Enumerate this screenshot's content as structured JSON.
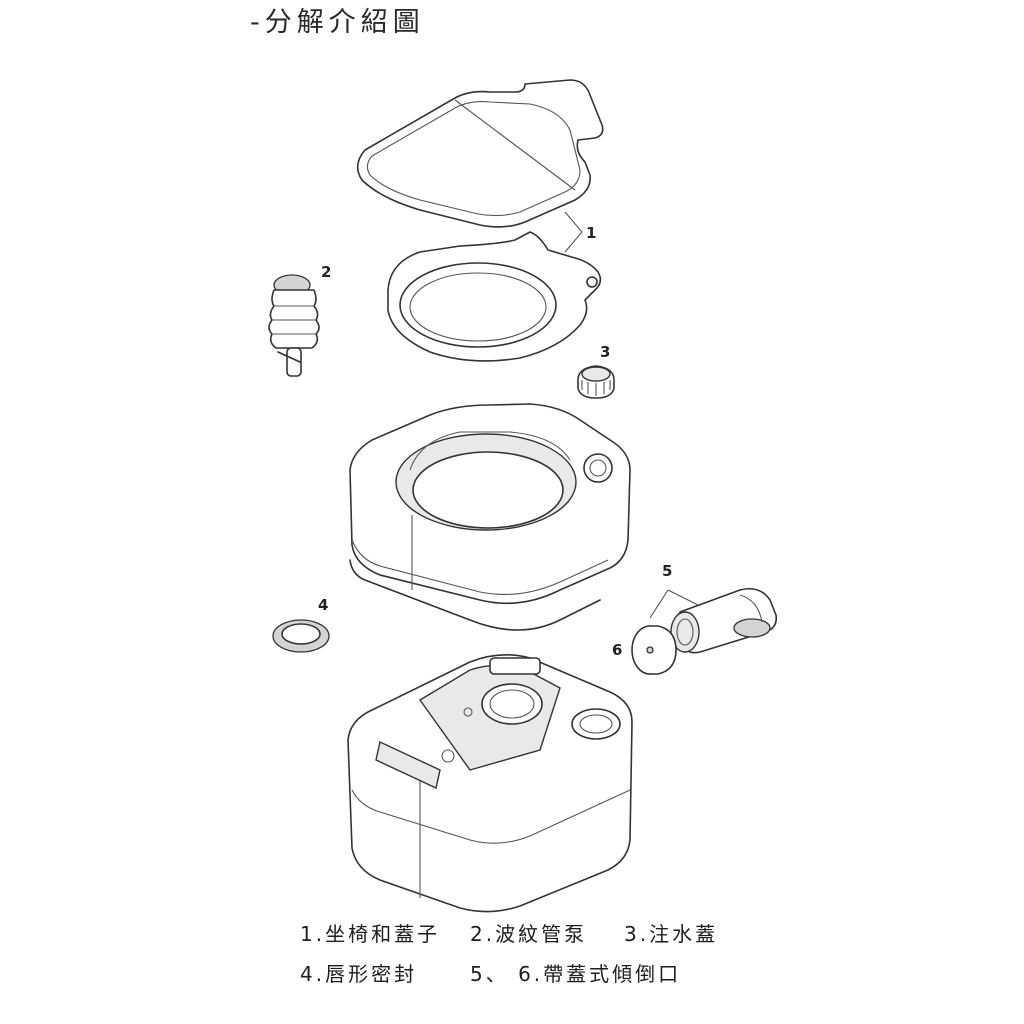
{
  "title": "-分解介紹圖",
  "callouts": [
    "1",
    "2",
    "3",
    "4",
    "5",
    "6"
  ],
  "legend": {
    "item1": "1.坐椅和蓋子",
    "item2": "2.波紋管泵",
    "item3": "3.注水蓋",
    "item4": "4.唇形密封",
    "item56": "5、 6.帶蓋式傾倒口"
  }
}
